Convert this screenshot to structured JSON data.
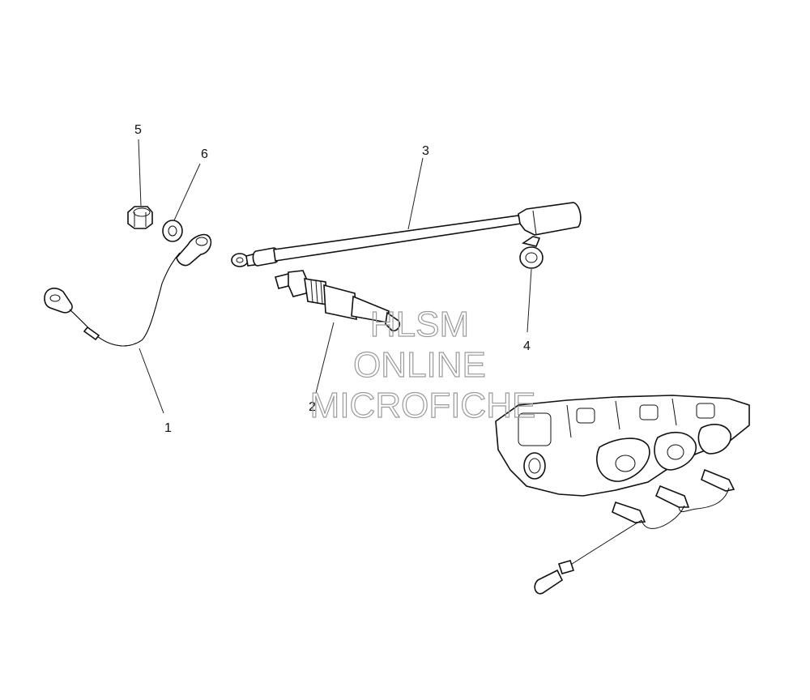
{
  "callouts": {
    "c1": "1",
    "c2": "2",
    "c3": "3",
    "c4": "4",
    "c5": "5",
    "c6": "6"
  },
  "watermark": {
    "line1": "HLSM",
    "line2": "ONLINE",
    "line3": "MICROFICHE"
  }
}
